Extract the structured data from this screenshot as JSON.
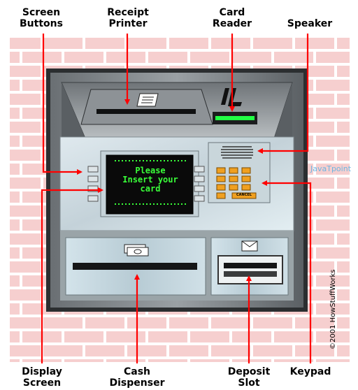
{
  "labels": {
    "screen_buttons": [
      "Screen",
      "Buttons"
    ],
    "receipt_printer": [
      "Receipt",
      "Printer"
    ],
    "card_reader": [
      "Card",
      "Reader"
    ],
    "speaker": [
      "Speaker"
    ],
    "display_screen": [
      "Display",
      "Screen"
    ],
    "cash_dispenser": [
      "Cash",
      "Dispenser"
    ],
    "deposit_slot": [
      "Deposit",
      "Slot"
    ],
    "keypad": [
      "Keypad"
    ]
  },
  "screen_message": [
    "Please",
    "Insert your",
    "card"
  ],
  "keypad": {
    "cancel_label": "CANCEL"
  },
  "watermark": "JavaTpoint",
  "copyright": "©2001 HowStuffWorks",
  "colors": {
    "brick": "#f4c8c8",
    "mortar": "#ffffff",
    "arrow": "#ff0000",
    "screen_text": "#39ff39",
    "key": "#f0a020"
  }
}
